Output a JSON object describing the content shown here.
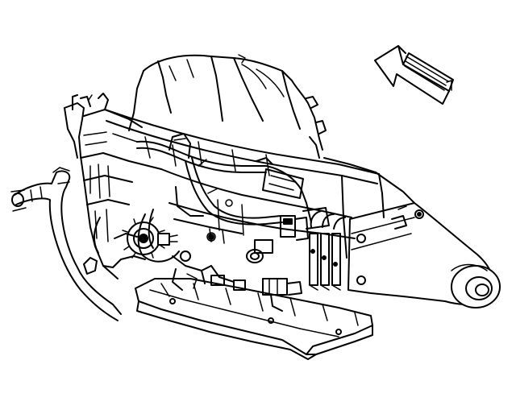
{
  "figure": {
    "type": "technical-line-drawing",
    "subject": "transmission-assembly",
    "view": "three-quarter-rear",
    "colors": {
      "ink": "#000000",
      "paper": "#ffffff"
    },
    "icons": [
      "direction-arrow-icon"
    ]
  }
}
